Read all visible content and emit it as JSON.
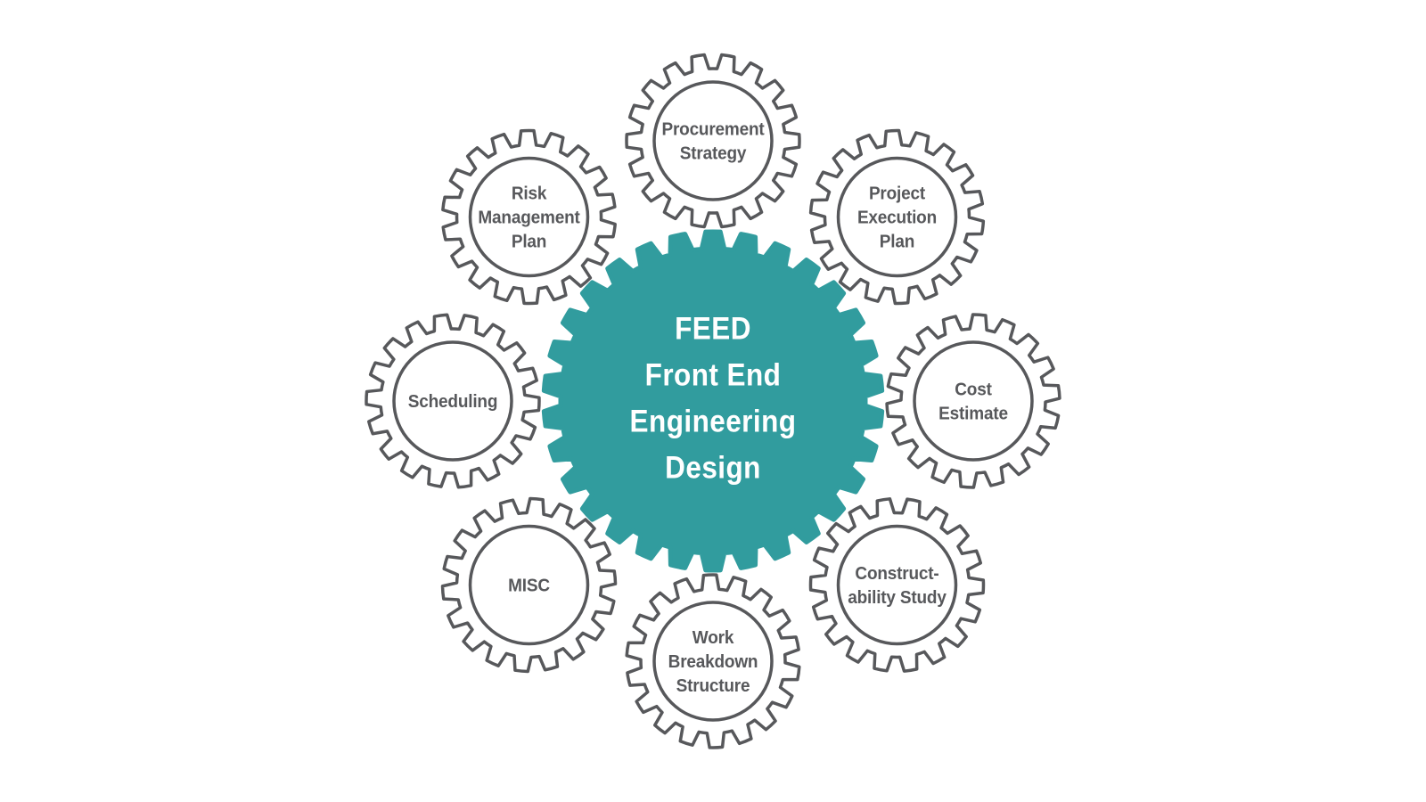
{
  "diagram": {
    "background_color": "#ffffff",
    "accent_color": "#319c9e",
    "outline_color": "#57585b",
    "center_text_color": "#ffffff",
    "center_gear": {
      "id": "feed-center",
      "label": "FEED Front End Engineering Design",
      "label_lines": [
        "FEED",
        "Front End",
        "Engineering",
        "Design"
      ]
    },
    "outer_gears": [
      {
        "id": "procurement-strategy",
        "label": "Procurement Strategy",
        "lines": [
          "Procurement",
          "Strategy"
        ],
        "angle_deg": -90
      },
      {
        "id": "project-execution-plan",
        "label": "Project Execution Plan",
        "lines": [
          "Project",
          "Execution",
          "Plan"
        ],
        "angle_deg": -45
      },
      {
        "id": "cost-estimate",
        "label": "Cost Estimate",
        "lines": [
          "Cost",
          "Estimate"
        ],
        "angle_deg": 0
      },
      {
        "id": "constructability-study",
        "label": "Constructability Study",
        "lines": [
          "Construct-",
          "ability Study"
        ],
        "angle_deg": 45
      },
      {
        "id": "work-breakdown-structure",
        "label": "Work Breakdown Structure",
        "lines": [
          "Work",
          "Breakdown",
          "Structure"
        ],
        "angle_deg": 90
      },
      {
        "id": "misc",
        "label": "MISC",
        "lines": [
          "MISC"
        ],
        "angle_deg": 135
      },
      {
        "id": "scheduling",
        "label": "Scheduling",
        "lines": [
          "Scheduling"
        ],
        "angle_deg": 180
      },
      {
        "id": "risk-management-plan",
        "label": "Risk Management Plan",
        "lines": [
          "Risk",
          "Management",
          "Plan"
        ],
        "angle_deg": -135
      }
    ]
  }
}
